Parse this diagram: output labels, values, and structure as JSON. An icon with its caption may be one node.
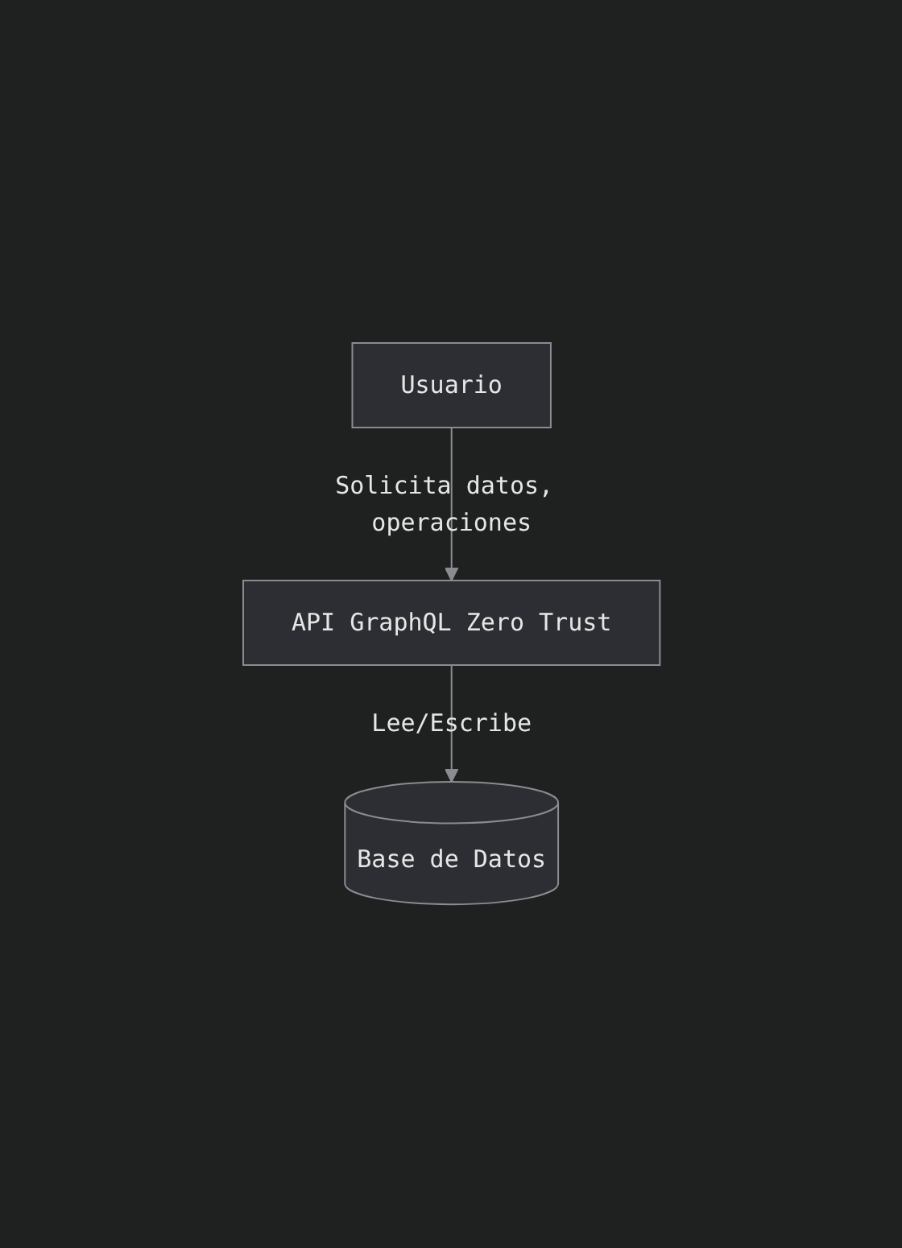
{
  "diagram": {
    "nodes": [
      {
        "text": [
          "Usuario"
        ]
      },
      {
        "text": [
          "API GraphQL Zero Trust"
        ]
      },
      {
        "text": [
          "Base de Datos"
        ]
      }
    ],
    "edges": [
      {
        "from": 0,
        "to": 1,
        "arrow": "to",
        "label": "Solicita datos, operaciones"
      },
      {
        "from": 1,
        "to": 2,
        "arrow": "to",
        "label": "Lee/Escribe"
      }
    ]
  }
}
